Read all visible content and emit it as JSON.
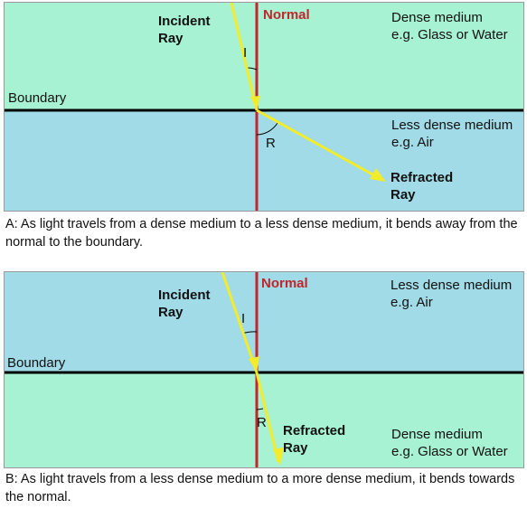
{
  "colors": {
    "dense": "#a7f2d2",
    "less_dense": "#a0dbe7",
    "normal_line": "#c0262b",
    "ray": "#f2ec2a",
    "boundary": "#000000"
  },
  "panel_a": {
    "incident_ray": "Incident\nRay",
    "normal": "Normal",
    "top_medium": "Dense medium\ne.g. Glass or Water",
    "boundary": "Boundary",
    "bottom_medium": "Less dense medium\ne.g. Air",
    "refracted_ray": "Refracted\nRay",
    "angle_i": "I",
    "angle_r": "R",
    "caption": "A: As light travels from a dense medium to a less dense medium, it bends away from the normal to the boundary."
  },
  "panel_b": {
    "incident_ray": "Incident\nRay",
    "normal": "Normal",
    "top_medium": "Less dense medium\ne.g. Air",
    "boundary": "Boundary",
    "bottom_medium": "Dense medium\ne.g. Glass or Water",
    "refracted_ray": "Refracted\nRay",
    "angle_i": "I",
    "angle_r": "R",
    "caption": "B: As light travels from a less dense medium to a more dense medium, it bends towards the normal."
  }
}
